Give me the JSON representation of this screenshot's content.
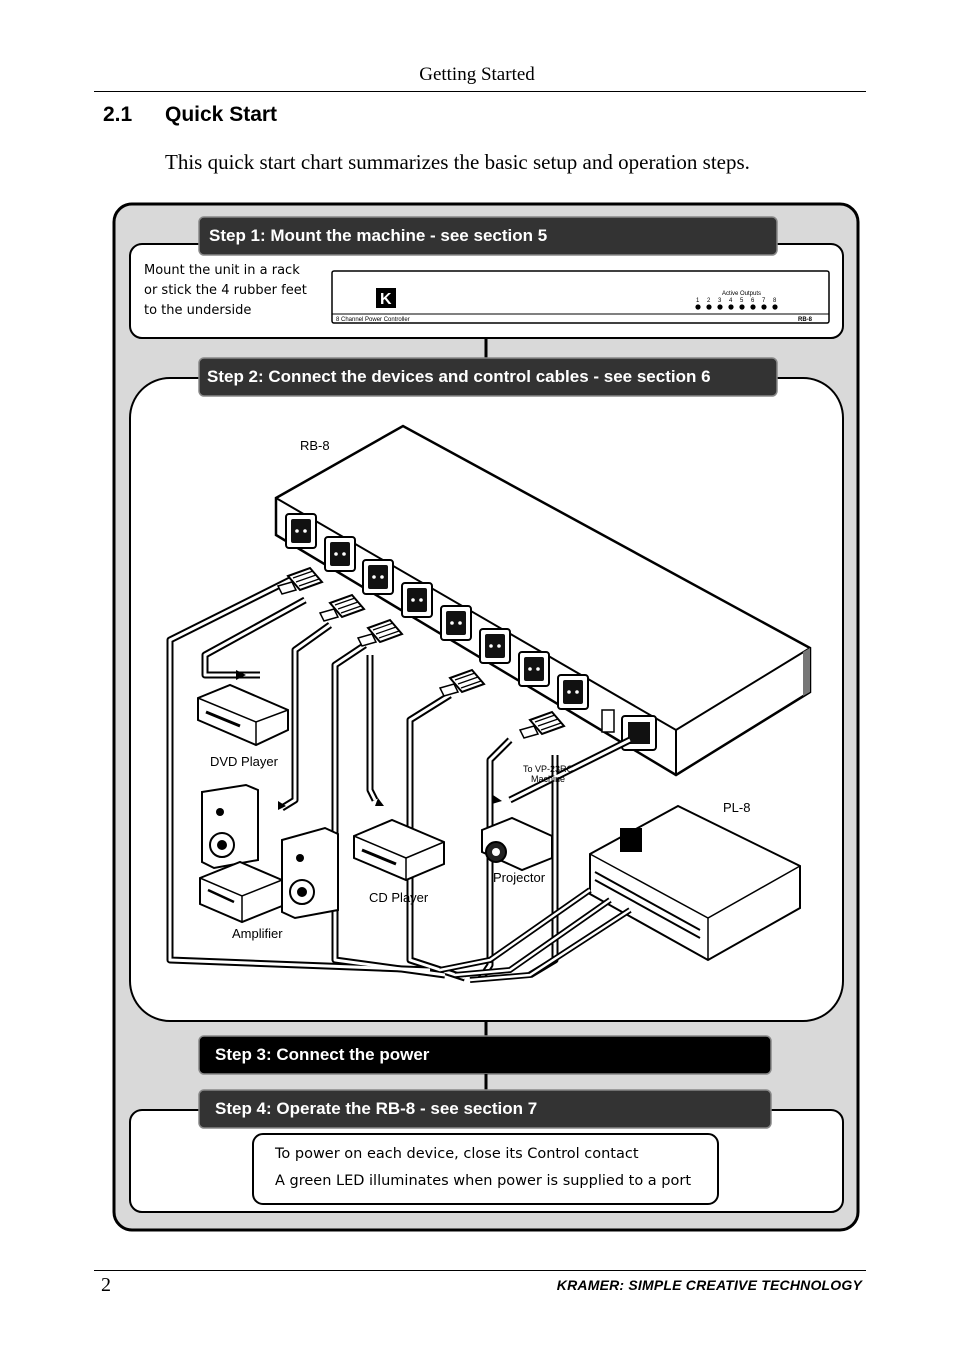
{
  "header": {
    "title": "Getting Started"
  },
  "section": {
    "number": "2.1",
    "title": "Quick Start"
  },
  "intro": "This quick start chart summarizes the basic setup and operation steps.",
  "figure": {
    "step1": {
      "title": "Step 1: Mount the machine - see section 5",
      "note_lines": [
        "Mount the unit in a rack",
        "or stick the 4 rubber feet",
        "to the underside"
      ],
      "device_caption": "8 Channel Power Controller",
      "device_model": "RB-8",
      "leds_caption": "Active Outputs",
      "led_numbers": [
        "1",
        "2",
        "3",
        "4",
        "5",
        "6",
        "7",
        "8"
      ]
    },
    "step2": {
      "title": "Step 2: Connect the devices and control cables - see section 6",
      "labels": {
        "rb8": "RB-8",
        "dvd": "DVD Player",
        "cd": "CD Player",
        "amp": "Amplifier",
        "projector": "Projector",
        "vp": "To VP-23RC",
        "vp2": "Machine",
        "pl8": "PL-8"
      }
    },
    "step3": {
      "title": "Step 3: Connect the power"
    },
    "step4": {
      "title": "Step 4: Operate the RB-8 - see section 7",
      "note_lines": [
        "To power on each device, close its Control contact",
        "A green LED illuminates when power is supplied to a port"
      ]
    }
  },
  "footer": {
    "page": "2",
    "brand": "KRAMER:  SIMPLE CREATIVE TECHNOLOGY"
  }
}
